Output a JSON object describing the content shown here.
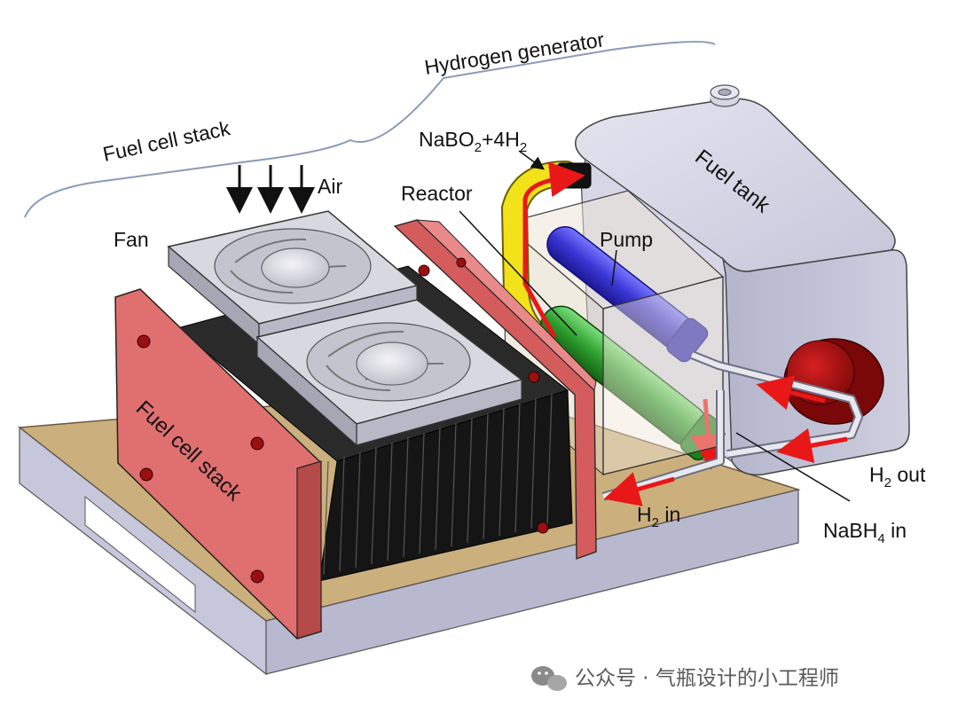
{
  "labels": {
    "hydrogen_generator": "Hydrogen generator",
    "fuel_cell_stack_top": "Fuel cell stack",
    "nabo2_base": "NaBO",
    "nabo2_sub": "2",
    "nabo2_mid": "+4H",
    "nabo2_sub2": "2",
    "air": "Air",
    "fan": "Fan",
    "reactor": "Reactor",
    "pump": "Pump",
    "fuel_tank": "Fuel tank",
    "fuel_cell_stack_plate": "Fuel cell stack",
    "h2_out_base": "H",
    "h2_out_sub": "2",
    "h2_out_rest": " out",
    "h2_in_base": "H",
    "h2_in_sub": "2",
    "h2_in_rest": " in",
    "nabh4_base": "NaBH",
    "nabh4_sub": "4",
    "nabh4_rest": " in"
  },
  "watermark": {
    "text": "公众号 · 气瓶设计的小工程师"
  },
  "colors": {
    "base_board": "#cbb07e",
    "base_side": "#c7c7dc",
    "plate": "#e07070",
    "heatsink": "#1c1c1c",
    "tank": "#c9c9dc",
    "pump_blue": "#3a36d6",
    "reactor_green": "#2fa02f",
    "tube_yellow": "#f2e21a",
    "arrow_red": "#e81818",
    "knob_red": "#b01010"
  }
}
